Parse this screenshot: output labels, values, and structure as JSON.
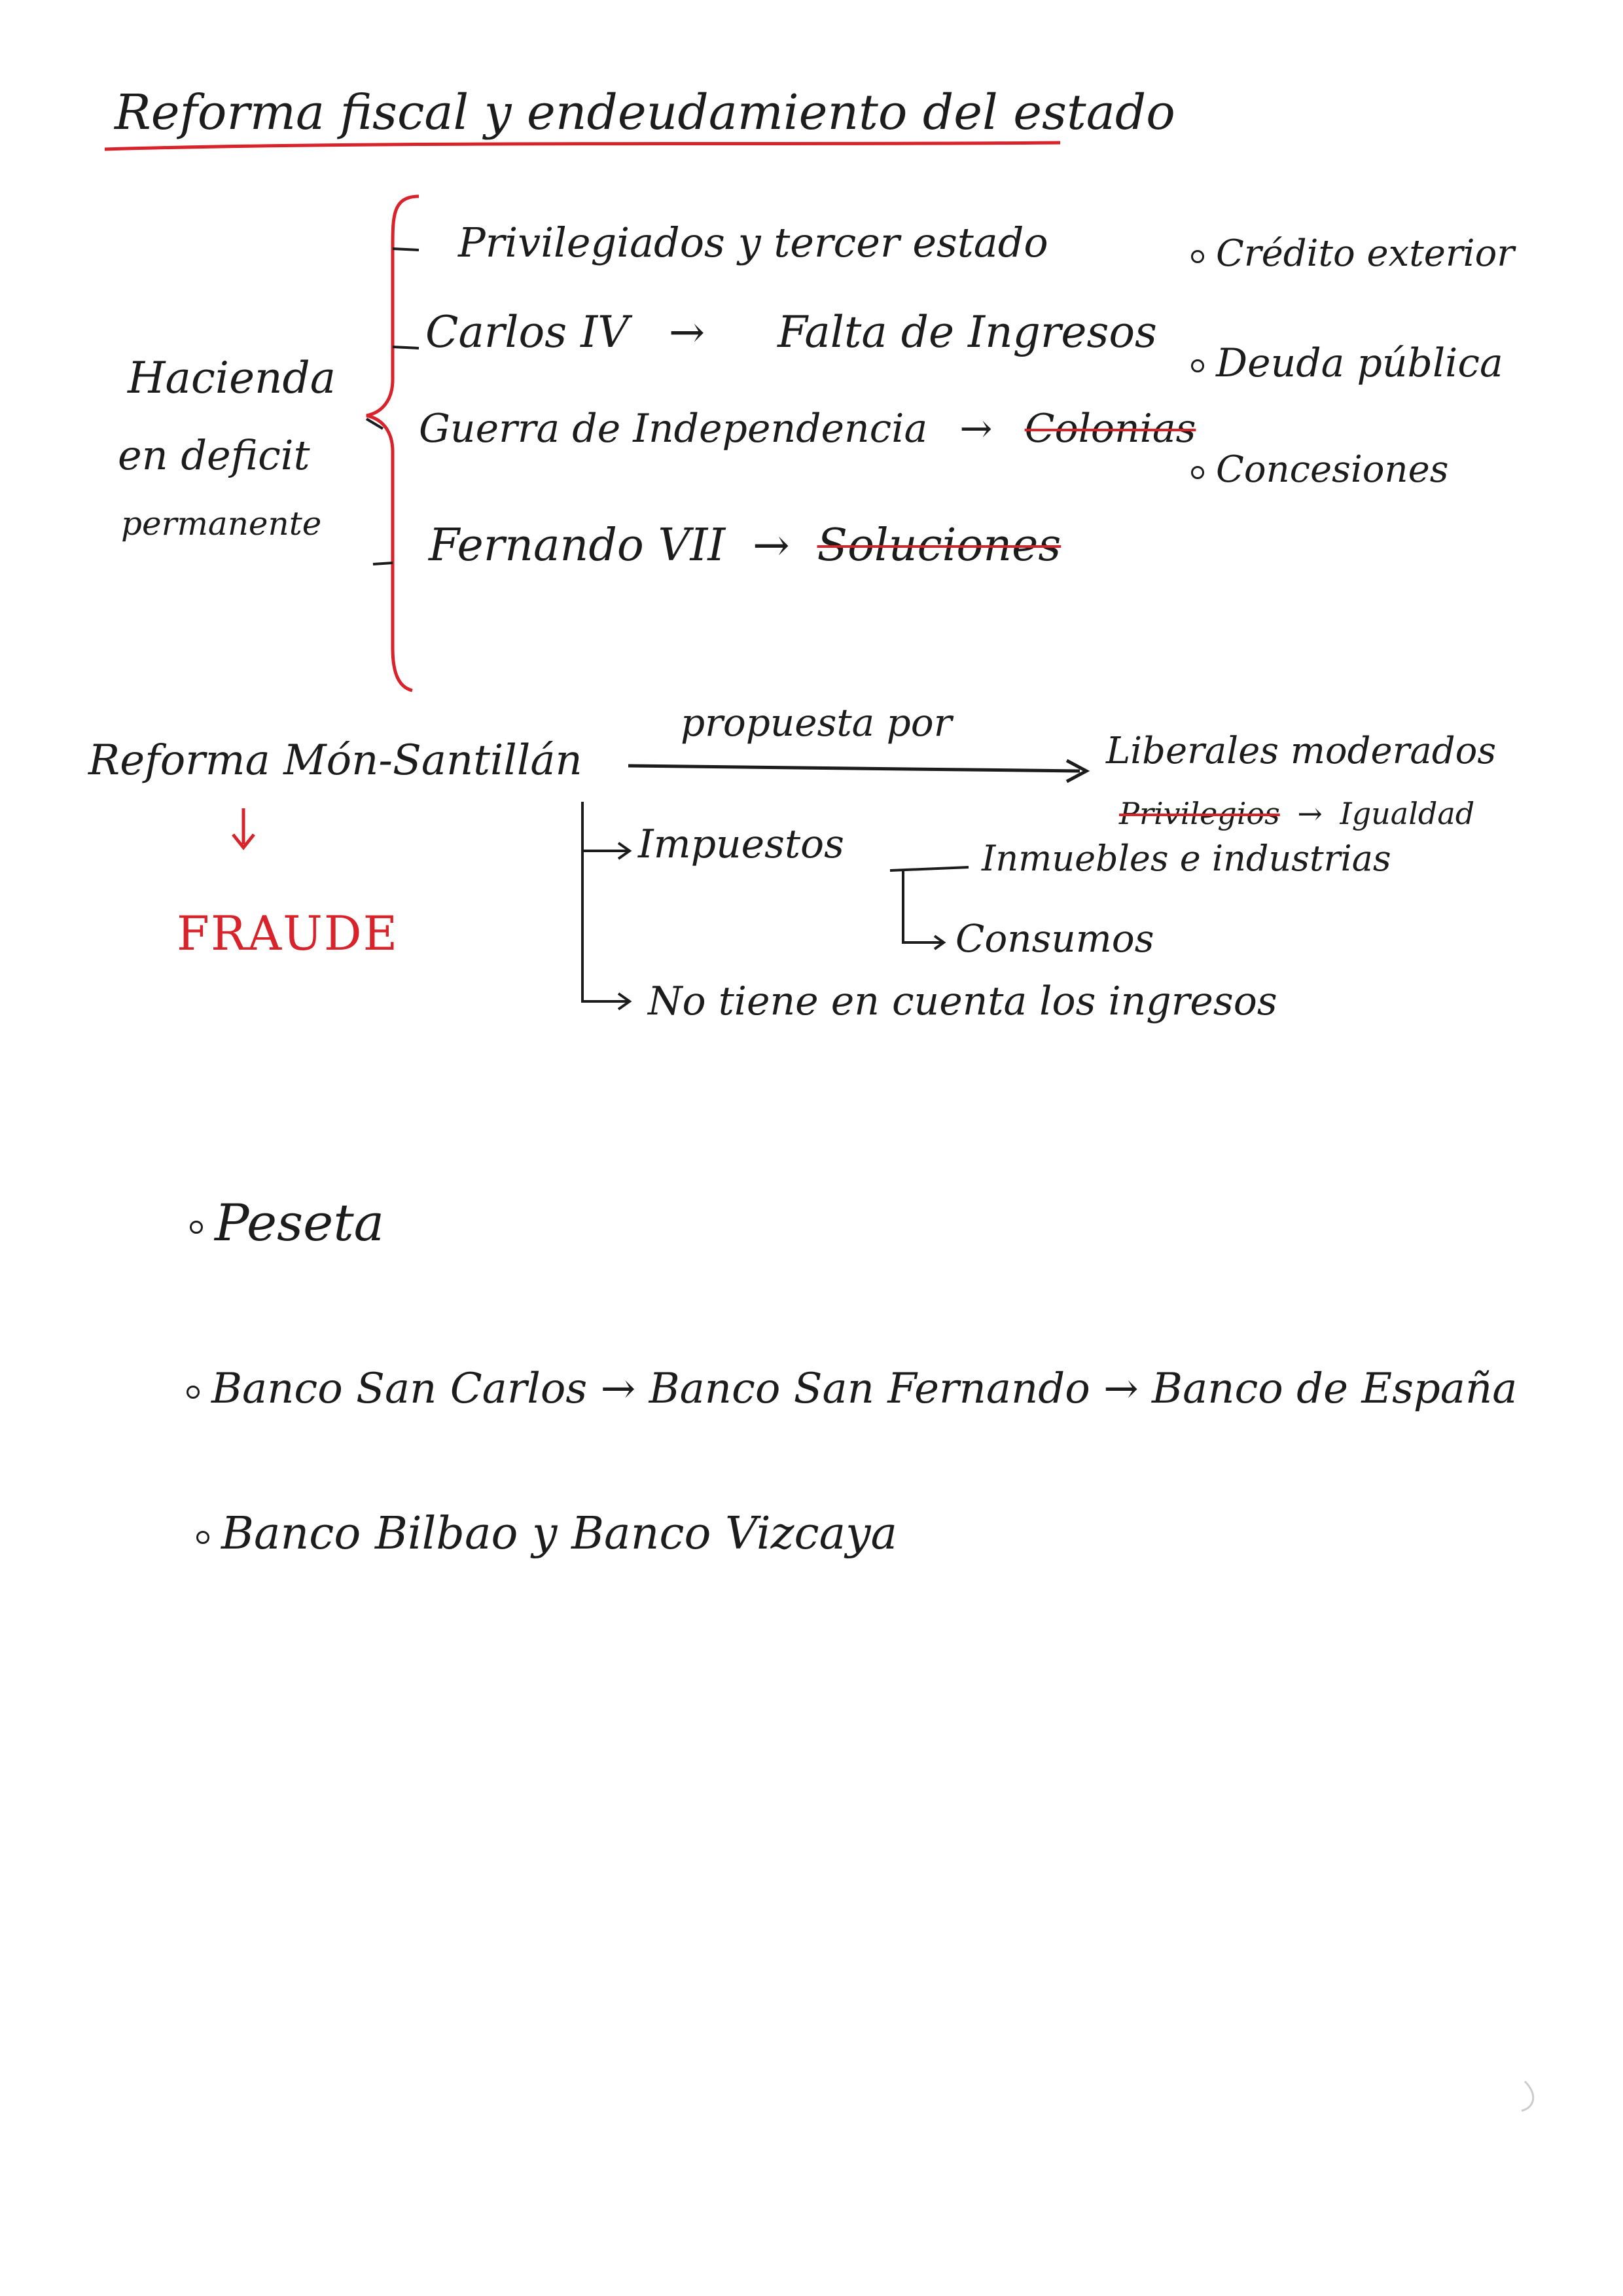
{
  "title": "Reforma fiscal y endeudamiento del estado",
  "hacienda": {
    "label_lines": [
      "Hacienda",
      "en deficit",
      "permanente"
    ],
    "branches": [
      {
        "text": "Privilegiados y tercer estado"
      },
      {
        "text": "Carlos IV",
        "arrow": "→",
        "target": "Falta de Ingresos"
      },
      {
        "text": "Guerra de Independencia",
        "arrow": "→",
        "target": "Colonias"
      },
      {
        "text": "Fernando VII",
        "arrow": "→",
        "target": "Soluciones"
      }
    ],
    "solutions": [
      "Crédito exterior",
      "Deuda pública",
      "Concesiones"
    ]
  },
  "reforma": {
    "label": "Reforma Món-Santillán",
    "arrow_label": "propuesta por",
    "target": "Liberales moderados",
    "target_sub_struck": "Privilegios",
    "target_sub": "Igualdad",
    "arrow_glyph": "→",
    "result": "FRAUDE",
    "branches": [
      {
        "text": "Impuestos",
        "sub": [
          "Inmuebles e industrias",
          "Consumos"
        ]
      },
      {
        "text": "No tiene en cuenta los ingresos"
      }
    ]
  },
  "bullets": [
    "Peseta",
    "Banco San Carlos → Banco San Fernando → Banco de España",
    "Banco Bilbao y Banco Vizcaya"
  ],
  "colors": {
    "ink": "#1c1c1c",
    "red": "#d8232a"
  }
}
